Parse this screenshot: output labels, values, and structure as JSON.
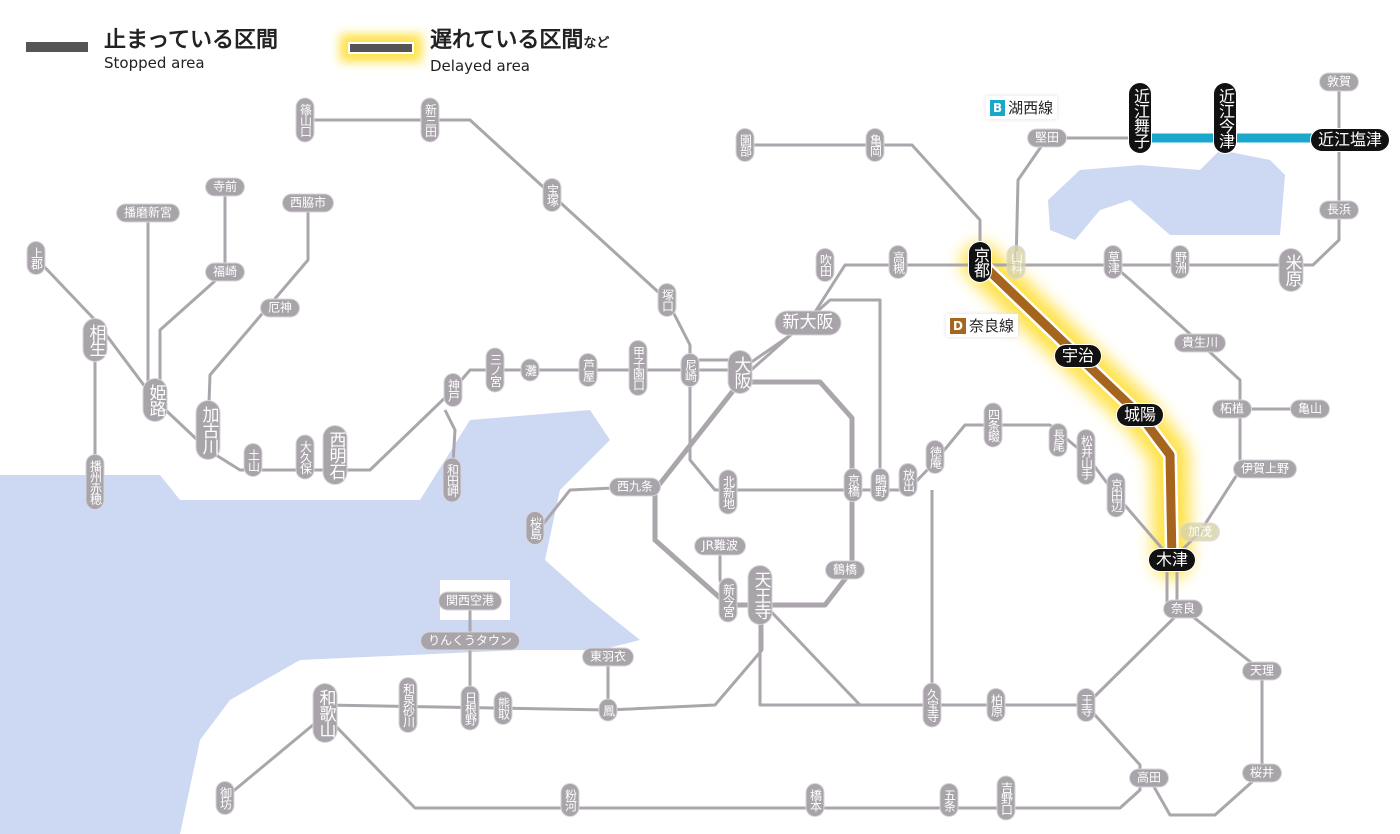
{
  "legend": {
    "stopped_ja": "止まっている区間",
    "stopped_en": "Stopped area",
    "delayed_ja": "遅れている区間",
    "delayed_ja_suffix": "など",
    "delayed_en": "Delayed area"
  },
  "line_tags": [
    {
      "letter": "B",
      "name": "湖西線",
      "color": "#19a7cc"
    },
    {
      "letter": "D",
      "name": "奈良線",
      "color": "#a5651e"
    }
  ],
  "colors": {
    "line": "#aaa6ac",
    "water": "#cdd8f2",
    "glow": "#ffe24a",
    "nara_line": "#a5651e",
    "kosei_line": "#19a7cc"
  },
  "stations": [
    {
      "id": "sasayamaguchi",
      "name": "篠山口"
    },
    {
      "id": "shinsanda",
      "name": "新三田"
    },
    {
      "id": "takarazuka",
      "name": "宝塚"
    },
    {
      "id": "tsukaguchi",
      "name": "塚口"
    },
    {
      "id": "amagasaki",
      "name": "尼崎"
    },
    {
      "id": "osaka",
      "name": "大阪"
    },
    {
      "id": "koshienguchi",
      "name": "甲子園口"
    },
    {
      "id": "ashiya",
      "name": "芦屋"
    },
    {
      "id": "nada",
      "name": "灘"
    },
    {
      "id": "sannomiya",
      "name": "三ノ宮"
    },
    {
      "id": "kobe",
      "name": "神戸"
    },
    {
      "id": "wadamisaki",
      "name": "和田岬"
    },
    {
      "id": "nishiakashi",
      "name": "西明石"
    },
    {
      "id": "okubo",
      "name": "大久保"
    },
    {
      "id": "tsuchiyama",
      "name": "土山"
    },
    {
      "id": "kakogawa",
      "name": "加古川"
    },
    {
      "id": "himeji",
      "name": "姫路"
    },
    {
      "id": "aioi",
      "name": "相生"
    },
    {
      "id": "kamigori",
      "name": "上郡"
    },
    {
      "id": "banshuako",
      "name": "播州赤穂"
    },
    {
      "id": "harimashingu",
      "name": "播磨新宮"
    },
    {
      "id": "teramae",
      "name": "寺前"
    },
    {
      "id": "fukusaki",
      "name": "福崎"
    },
    {
      "id": "nishiwakishi",
      "name": "西脇市"
    },
    {
      "id": "yakujin",
      "name": "厄神"
    },
    {
      "id": "sonobe",
      "name": "園部"
    },
    {
      "id": "kameoka",
      "name": "亀岡"
    },
    {
      "id": "suita",
      "name": "吹田"
    },
    {
      "id": "takatsuki",
      "name": "高槻"
    },
    {
      "id": "kyoto",
      "name": "京都",
      "status": "stopped"
    },
    {
      "id": "shinosaka",
      "name": "新大阪"
    },
    {
      "id": "kitashinchi",
      "name": "北新地"
    },
    {
      "id": "kyobashi",
      "name": "京橋"
    },
    {
      "id": "shigino",
      "name": "鴫野"
    },
    {
      "id": "hanaten",
      "name": "放出"
    },
    {
      "id": "nishikujo",
      "name": "西九条"
    },
    {
      "id": "sakurajima",
      "name": "桜島"
    },
    {
      "id": "jrnamba",
      "name": "JR難波"
    },
    {
      "id": "shinimamiya",
      "name": "新今宮"
    },
    {
      "id": "tennoji",
      "name": "天王寺"
    },
    {
      "id": "tsuruhashi",
      "name": "鶴橋"
    },
    {
      "id": "tokuan",
      "name": "徳庵"
    },
    {
      "id": "shijonawate",
      "name": "四条畷"
    },
    {
      "id": "nagao",
      "name": "長尾"
    },
    {
      "id": "matsuiyamate",
      "name": "松井山手"
    },
    {
      "id": "kyotanabe",
      "name": "京田辺"
    },
    {
      "id": "uji",
      "name": "宇治",
      "status": "stopped"
    },
    {
      "id": "joyo",
      "name": "城陽",
      "status": "stopped"
    },
    {
      "id": "kizu",
      "name": "木津",
      "status": "stopped"
    },
    {
      "id": "kamo",
      "name": "加茂"
    },
    {
      "id": "igaueno",
      "name": "伊賀上野"
    },
    {
      "id": "tsuge",
      "name": "柘植"
    },
    {
      "id": "kameyama",
      "name": "亀山"
    },
    {
      "id": "kibukawa",
      "name": "貴生川"
    },
    {
      "id": "kusatsu",
      "name": "草津"
    },
    {
      "id": "yasu",
      "name": "野洲"
    },
    {
      "id": "maibara",
      "name": "米原"
    },
    {
      "id": "nagahama",
      "name": "長浜"
    },
    {
      "id": "tsuruga",
      "name": "敦賀"
    },
    {
      "id": "omishiotsu",
      "name": "近江塩津",
      "status": "stopped"
    },
    {
      "id": "omiimazu",
      "name": "近江今津",
      "status": "stopped"
    },
    {
      "id": "omimaiko",
      "name": "近江舞子",
      "status": "stopped"
    },
    {
      "id": "katata",
      "name": "堅田"
    },
    {
      "id": "yamashina",
      "name": "山科"
    },
    {
      "id": "nara",
      "name": "奈良"
    },
    {
      "id": "tenri",
      "name": "天理"
    },
    {
      "id": "sakurai",
      "name": "桜井"
    },
    {
      "id": "takada",
      "name": "高田"
    },
    {
      "id": "oji",
      "name": "王寺"
    },
    {
      "id": "kashiwara",
      "name": "柏原"
    },
    {
      "id": "kyuhoji",
      "name": "久宝寺"
    },
    {
      "id": "yoshinoguchi",
      "name": "吉野口"
    },
    {
      "id": "gojo",
      "name": "五条"
    },
    {
      "id": "hashimoto",
      "name": "橋本"
    },
    {
      "id": "kokawa",
      "name": "粉河"
    },
    {
      "id": "wakayama",
      "name": "和歌山"
    },
    {
      "id": "gobo",
      "name": "御坊"
    },
    {
      "id": "izumisunagawa",
      "name": "和泉砂川"
    },
    {
      "id": "hineno",
      "name": "日根野"
    },
    {
      "id": "kumatori",
      "name": "熊取"
    },
    {
      "id": "otori",
      "name": "鳳"
    },
    {
      "id": "higashihagoromo",
      "name": "東羽衣"
    },
    {
      "id": "rinkutown",
      "name": "りんくうタウン"
    },
    {
      "id": "kansaiairport",
      "name": "関西空港"
    }
  ]
}
